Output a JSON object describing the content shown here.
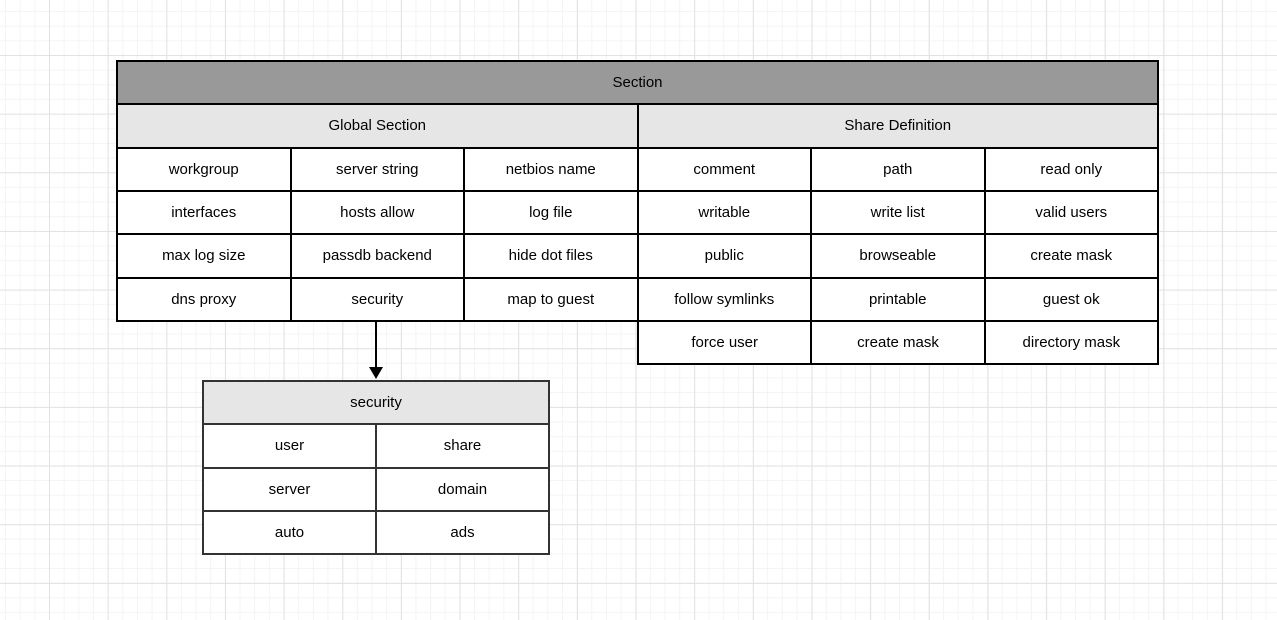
{
  "diagram": {
    "main_table": {
      "title": "Section",
      "global_section": {
        "title": "Global Section",
        "cells": [
          "workgroup",
          "server string",
          "netbios name",
          "interfaces",
          "hosts allow",
          "log file",
          "max log size",
          "passdb backend",
          "hide dot files",
          "dns proxy",
          "security",
          "map to guest"
        ]
      },
      "share_definition": {
        "title": "Share Definition",
        "cells": [
          "comment",
          "path",
          "read only",
          "writable",
          "write list",
          "valid users",
          "public",
          "browseable",
          "create mask",
          "follow symlinks",
          "printable",
          "guest ok",
          "force user",
          "create mask",
          "directory mask"
        ]
      }
    },
    "security_table": {
      "title": "security",
      "cells": [
        "user",
        "share",
        "server",
        "domain",
        "auto",
        "ads"
      ]
    }
  },
  "colors": {
    "section-header-bg": "#999999",
    "subheader-bg": "#e6e6e6",
    "table-border": "#000000",
    "security-table-border": "#333333",
    "canvas-bg": "#ffffff",
    "grid-minor": "#f4f4f4",
    "grid-major": "#e2e2e2"
  }
}
